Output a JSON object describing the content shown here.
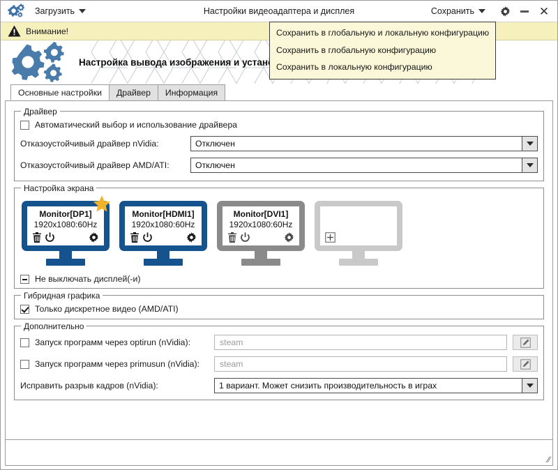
{
  "window": {
    "title": "Настройки видеоадаптера и дисплея",
    "app_icon": "gears-icon",
    "load_menu_label": "Загрузить",
    "save_menu_label": "Сохранить",
    "settings_icon": "gear-icon",
    "minimize_icon": "minimize-icon",
    "close_icon": "close-icon",
    "accent_color": "#15538e"
  },
  "save_dropdown": {
    "background": "#fbf8d9",
    "items": [
      "Сохранить в глобальную и локальную конфигурацию",
      "Сохранить в глобальную конфигурацию",
      "Сохранить в локальную конфигурацию"
    ]
  },
  "warning": {
    "icon": "warning-triangle-icon",
    "text": "Внимание!",
    "background": "#f5f0bc"
  },
  "banner": {
    "logo_icon": "gears-logo-icon",
    "title": "Настройка вывода изображения и установка драйвера видеокарты"
  },
  "tabs": [
    {
      "label": "Основные настройки",
      "active": true
    },
    {
      "label": "Драйвер",
      "active": false
    },
    {
      "label": "Информация",
      "active": false
    }
  ],
  "driver_group": {
    "title": "Драйвер",
    "auto_checkbox": {
      "label": "Автоматический выбор и использование драйвера",
      "state": "unchecked"
    },
    "nvidia": {
      "label": "Отказоустойчивый драйвер nVidia:",
      "value": "Отключен"
    },
    "amd": {
      "label": "Отказоустойчивый драйвер AMD/ATI:",
      "value": "Отключен"
    }
  },
  "screen_group": {
    "title": "Настройка экрана",
    "monitors": [
      {
        "name": "Monitor[DP1]",
        "resolution": "1920x1080:60Hz",
        "state": "active",
        "primary": true,
        "color": "#15538e",
        "icons": [
          "trash-icon",
          "power-icon",
          "gear-icon"
        ]
      },
      {
        "name": "Monitor[HDMI1]",
        "resolution": "1920x1080:60Hz",
        "state": "active",
        "primary": false,
        "color": "#15538e",
        "icons": [
          "trash-icon",
          "power-icon",
          "gear-icon"
        ]
      },
      {
        "name": "Monitor[DVI1]",
        "resolution": "1920x1080:60Hz",
        "state": "disabled",
        "primary": false,
        "color": "#8a8a8a",
        "icons": [
          "trash-icon",
          "power-icon",
          "gear-icon"
        ]
      },
      {
        "name": "",
        "resolution": "",
        "state": "empty",
        "primary": false,
        "color": "#c9c9c9",
        "icons": [
          "plus-icon"
        ]
      }
    ],
    "no_sleep_checkbox": {
      "label": "Не выключать дисплей(-и)",
      "state": "indeterminate"
    }
  },
  "hybrid_group": {
    "title": "Гибридная графика",
    "discrete_checkbox": {
      "label": "Только дискретное видео (AMD/ATI)",
      "state": "checked"
    }
  },
  "extra_group": {
    "title": "Дополнительно",
    "optirun": {
      "label": "Запуск программ через optirun (nVidia):",
      "state": "unchecked",
      "placeholder": "steam",
      "edit_icon": "pencil-icon"
    },
    "primusrun": {
      "label": "Запуск программ через primusun (nVidia):",
      "state": "unchecked",
      "placeholder": "steam",
      "edit_icon": "pencil-icon"
    },
    "tearing": {
      "label": "Исправить разрыв кадров (nVidia):",
      "value": "1 вариант. Может снизить производительность в играх"
    }
  },
  "statusbar": {
    "grip_icon": "resize-grip-icon"
  }
}
